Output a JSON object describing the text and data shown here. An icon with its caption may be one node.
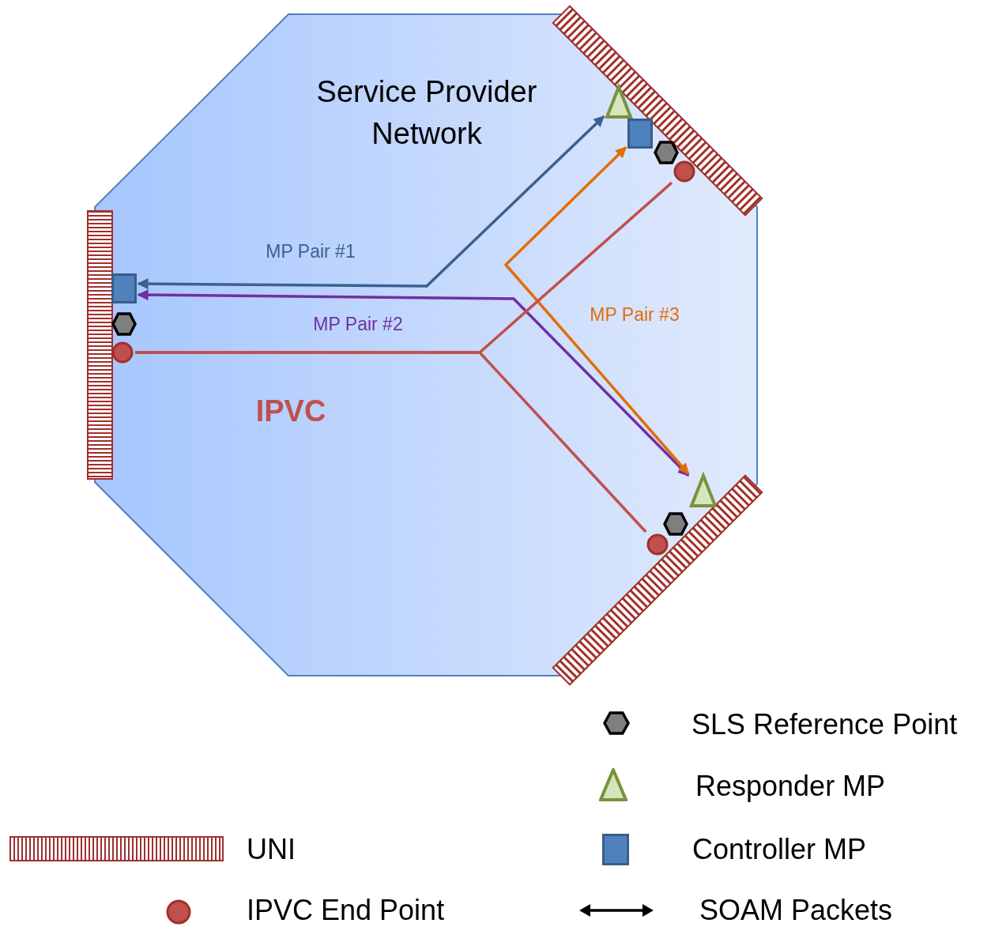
{
  "diagram": {
    "nodes": [
      {
        "text": [
          "Service Provider Network"
        ]
      },
      {
        "text": [],
        "shape": "bar"
      },
      {
        "text": [],
        "shape": "box",
        "in": 0
      },
      {
        "text": [],
        "shape": "hexagon",
        "in": 0
      },
      {
        "text": [],
        "shape": "circle",
        "in": 0
      },
      {
        "text": [],
        "shape": "triangle",
        "in": 0
      },
      {
        "text": [],
        "shape": "box",
        "in": 0
      },
      {
        "text": [],
        "shape": "hexagon",
        "in": 0
      },
      {
        "text": [],
        "shape": "circle",
        "in": 0
      },
      {
        "text": [],
        "shape": "triangle",
        "in": 0
      },
      {
        "text": [],
        "shape": "hexagon",
        "in": 0
      },
      {
        "text": [],
        "shape": "circle",
        "in": 0
      }
    ],
    "edges": [
      {
        "from": 2,
        "to": 5,
        "arrow": "both",
        "label": "MP Pair #1",
        "color": "#3a6190"
      },
      {
        "from": 2,
        "to": 9,
        "arrow": "both",
        "label": "MP Pair #2",
        "color": "#7030a0"
      },
      {
        "from": 6,
        "to": 9,
        "arrow": "both",
        "label": "MP Pair #3",
        "color": "#e36c09"
      },
      {
        "from": 4,
        "to": 8,
        "arrow": "none",
        "color": "#c0504d"
      },
      {
        "from": 4,
        "to": 11,
        "arrow": "none",
        "color": "#c0504d"
      }
    ],
    "labels": [
      "IPVC"
    ],
    "legend": [
      {
        "text": "SLS Reference Point"
      },
      {
        "text": "Responder MP"
      },
      {
        "text": "UNI"
      },
      {
        "text": "Controller MP"
      },
      {
        "text": "IPVC End Point"
      },
      {
        "text": "SOAM Packets"
      }
    ]
  }
}
